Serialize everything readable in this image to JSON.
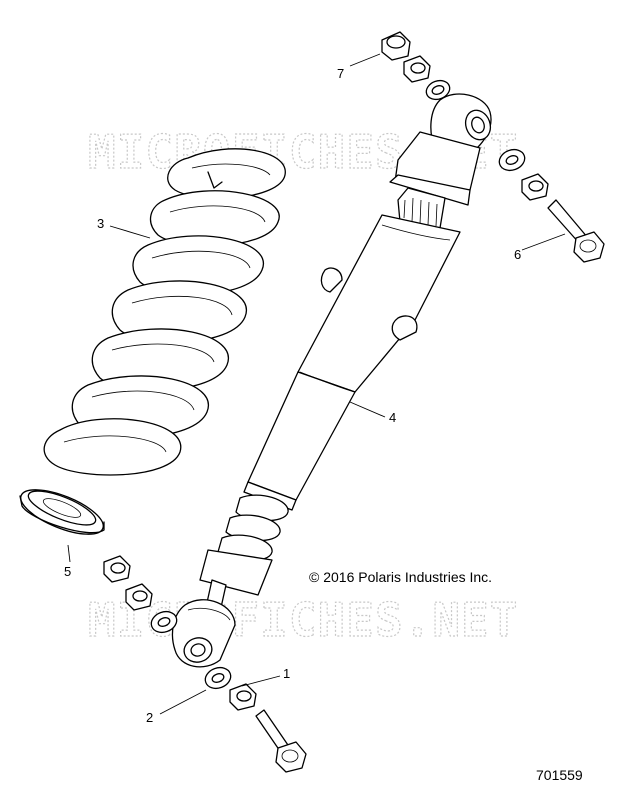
{
  "watermark": "MICROFICHES.NET",
  "callouts": [
    {
      "id": "1",
      "label": "1"
    },
    {
      "id": "2",
      "label": "2"
    },
    {
      "id": "3",
      "label": "3"
    },
    {
      "id": "4",
      "label": "4"
    },
    {
      "id": "5",
      "label": "5"
    },
    {
      "id": "6",
      "label": "6"
    },
    {
      "id": "7",
      "label": "7"
    }
  ],
  "copyright": "© 2016 Polaris Industries Inc.",
  "drawing_number": "701559"
}
